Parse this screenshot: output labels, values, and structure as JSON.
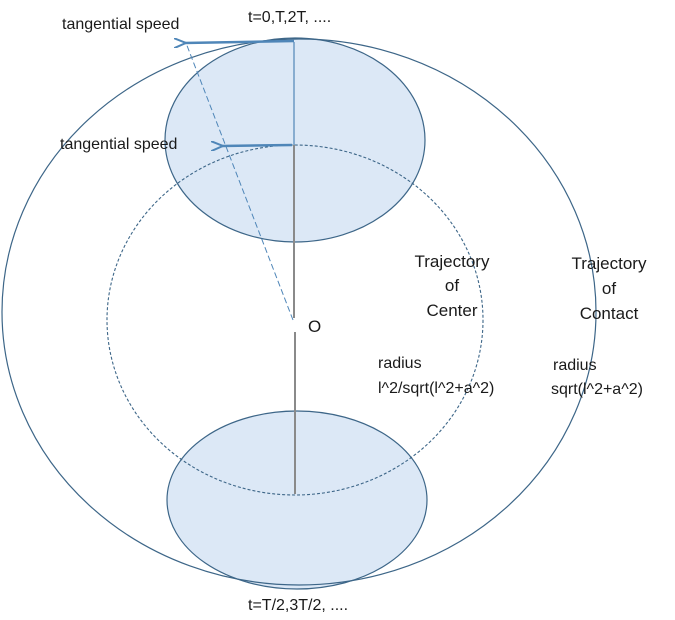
{
  "labels": {
    "time_top": "t=0,T,2T, ....",
    "time_bottom": "t=T/2,3T/2, ....",
    "tangential_top": "tangential speed",
    "tangential_mid": "tangential speed",
    "origin": "O",
    "center_trajectory": [
      "Trajectory",
      "of",
      "Center"
    ],
    "center_radius": [
      "radius",
      "l^2/sqrt(l^2+a^2)"
    ],
    "contact_trajectory": [
      "Trajectory",
      "of",
      "Contact"
    ],
    "contact_radius": [
      "radius",
      "sqrt(l^2+a^2)"
    ]
  },
  "colors": {
    "disk_fill": "#dce8f6",
    "stroke": "#3d6688",
    "arrow": "#4f86b8"
  }
}
